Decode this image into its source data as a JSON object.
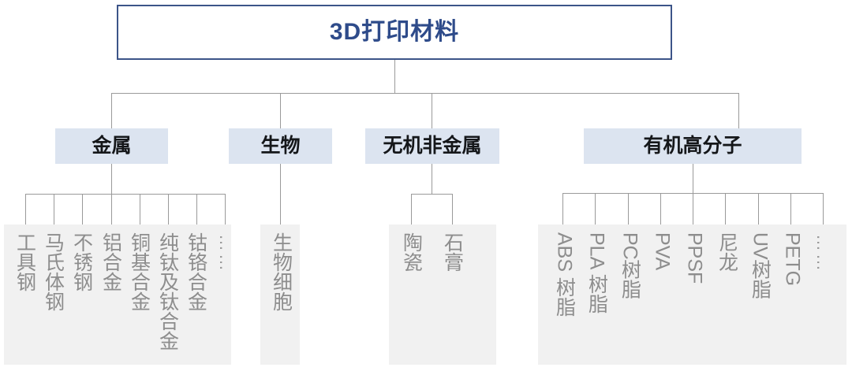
{
  "diagram": {
    "title": "3D打印材料",
    "ellipsis": "……",
    "colors": {
      "root_border": "#3c5488",
      "root_text": "#2e4b8a",
      "category_fill": "#dce4f0",
      "category_text": "#15171a",
      "panel_fill": "#f1f1f1",
      "leaf_text": "#8d8d8d",
      "connector": "#9a9a9a",
      "background": "#ffffff"
    },
    "categories": [
      {
        "id": "metal",
        "label": "金属",
        "items": [
          "工具钢",
          "马氏体钢",
          "不锈钢",
          "铝合金",
          "铜基合金",
          "纯钛及钛合金",
          "钴铬合金"
        ],
        "has_ellipsis": true
      },
      {
        "id": "biological",
        "label": "生物",
        "items": [
          "生物细胞"
        ],
        "has_ellipsis": false
      },
      {
        "id": "inorganic-nonmetal",
        "label": "无机非金属",
        "items": [
          "陶瓷",
          "石膏"
        ],
        "has_ellipsis": false
      },
      {
        "id": "organic-polymer",
        "label": "有机高分子",
        "items": [
          "ABS 树脂",
          "PLA 树脂",
          "PC树脂",
          "PVA",
          "PPSF",
          "尼龙",
          "UV树脂",
          "PETG"
        ],
        "has_ellipsis": true
      }
    ]
  }
}
